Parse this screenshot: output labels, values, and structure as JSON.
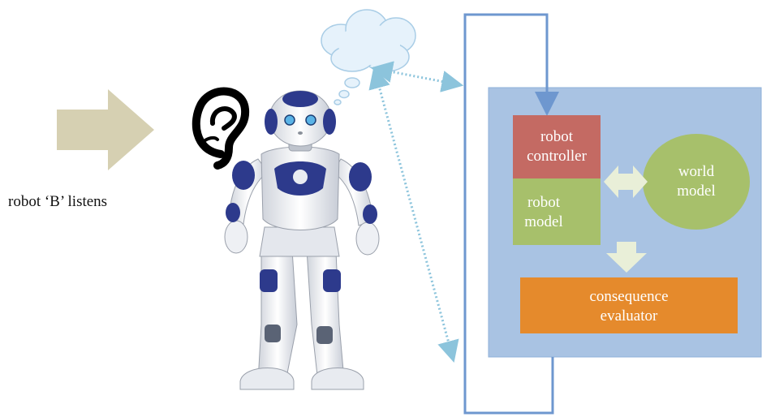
{
  "caption": "robot ‘B’ listens",
  "nodes": {
    "robot_controller": "robot\ncontroller",
    "robot_model": "robot\nmodel",
    "world_model": "world\nmodel",
    "consequence_evaluator": "consequence\nevaluator"
  },
  "colors": {
    "arrow_beige": "#d6d0b2",
    "panel_blue": "#a9c3e3",
    "panel_border": "#8fb0d8",
    "loop_line": "#6e97cf",
    "controller_red": "#c46a63",
    "model_green": "#a7c06b",
    "evaluator_orange": "#e58a2c",
    "connector_fill": "#e9efd8",
    "dotted_link": "#8cc4dc",
    "robot_blue": "#2d3a8c"
  },
  "icons": [
    "right-arrow-icon",
    "ear-icon",
    "robot-nao-icon",
    "thought-cloud-icon"
  ]
}
